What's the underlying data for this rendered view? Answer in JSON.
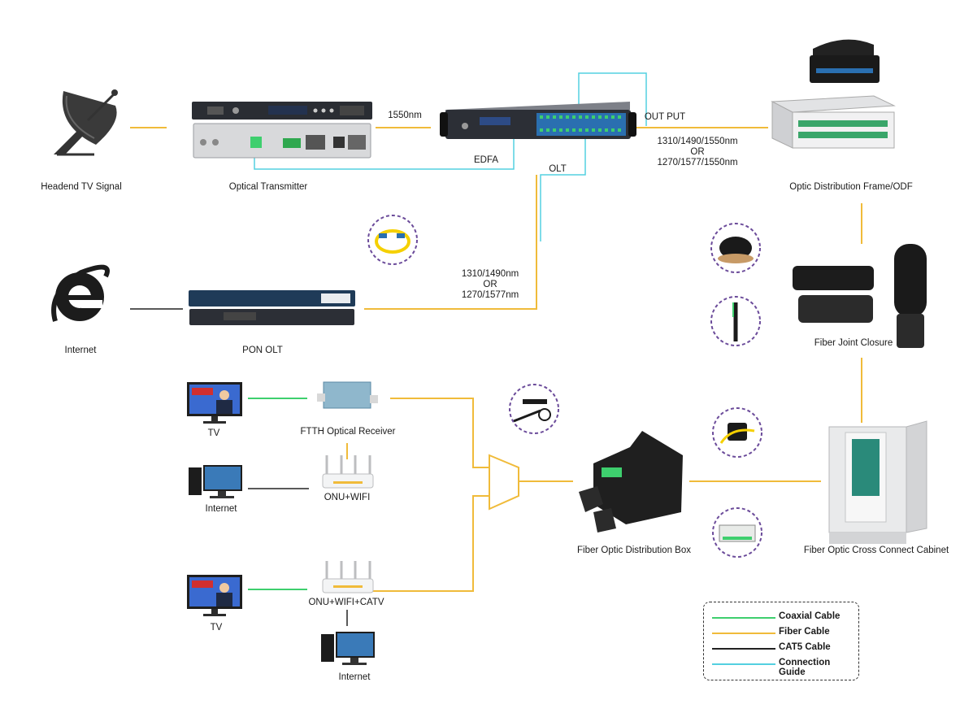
{
  "colors": {
    "coaxial": "#3ecf6e",
    "fiber": "#f0bb3a",
    "cat5": "#222222",
    "guide": "#54d0e0"
  },
  "nodes": {
    "headend": "Headend TV Signal",
    "transmitter": "Optical Transmitter",
    "edfa": "EDFA",
    "odf": "Optic Distribution Frame/ODF",
    "internet_top": "Internet",
    "pon_olt": "PON OLT",
    "joint_closure": "Fiber Joint Closure",
    "ftth_receiver": "FTTH Optical Receiver",
    "onu_wifi": "ONU+WIFI",
    "onu_wifi_catv": "ONU+WIFI+CATV",
    "distribution_box": "Fiber Optic Distribution Box",
    "cross_cabinet": "Fiber Optic Cross Connect Cabinet",
    "tv_1": "TV",
    "internet_1": "Internet",
    "tv_2": "TV",
    "internet_2": "Internet"
  },
  "wavelengths": {
    "tx_edfa": "1550nm",
    "out_put": "OUT PUT",
    "olt": "OLT",
    "odf_lines": [
      "1310/1490/1550nm",
      "OR",
      "1270/1577/1550nm"
    ],
    "pon_lines": [
      "1310/1490nm",
      "OR",
      "1270/1577nm"
    ]
  },
  "legend": {
    "items": [
      {
        "label": "Coaxial Cable",
        "color": "#3ecf6e"
      },
      {
        "label": "Fiber Cable",
        "color": "#f0bb3a"
      },
      {
        "label": "CAT5 Cable",
        "color": "#222222"
      },
      {
        "label": "Connection Guide",
        "color": "#54d0e0"
      }
    ]
  }
}
